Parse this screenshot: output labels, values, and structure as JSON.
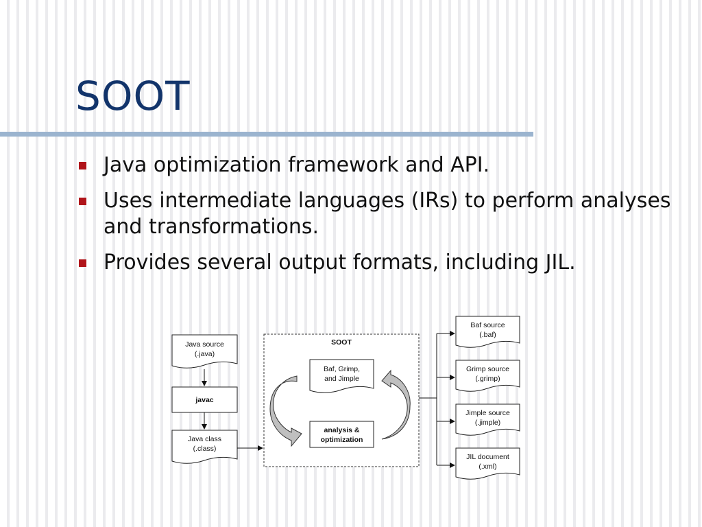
{
  "slide": {
    "title": "SOOT",
    "bullets": [
      {
        "text": "Java optimization framework and API."
      },
      {
        "text": "Uses intermediate languages (IRs) to perform analyses and transformations."
      },
      {
        "text": "Provides several output formats, including JIL."
      }
    ]
  },
  "diagram": {
    "java_source": {
      "line1": "Java source",
      "line2": "(.java)"
    },
    "javac": "javac",
    "java_class": {
      "line1": "Java class",
      "line2": "(.class)"
    },
    "soot_label": "SOOT",
    "ir_doc": {
      "line1": "Baf, Grimp,",
      "line2": "and Jimple"
    },
    "analysis": {
      "line1": "analysis &",
      "line2": "optimization"
    },
    "outputs": [
      {
        "line1": "Baf source",
        "line2": "(.baf)"
      },
      {
        "line1": "Grimp source",
        "line2": "(.grimp)"
      },
      {
        "line1": "Jimple source",
        "line2": "(.jimple)"
      },
      {
        "line1": "JIL document",
        "line2": "(.xml)"
      }
    ]
  }
}
